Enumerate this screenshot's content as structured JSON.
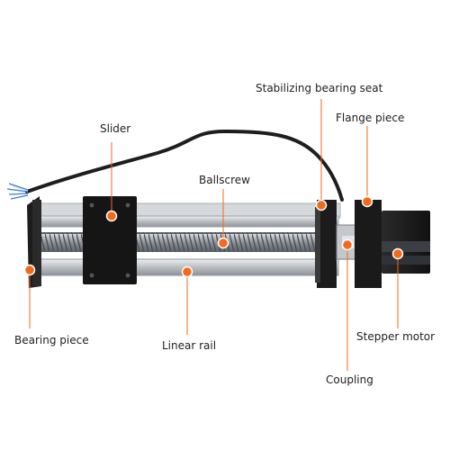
{
  "colors": {
    "marker": "#f26a1b",
    "leader": "#f26a1b",
    "frame": "#1c1c1c",
    "rail": "#c9ccd0",
    "screw": "#8a8f95"
  },
  "labels": {
    "stabilizing_bearing_seat": "Stabilizing bearing seat",
    "flange_piece": "Flange piece",
    "slider": "Slider",
    "ballscrew": "Ballscrew",
    "bearing_piece": "Bearing piece",
    "linear_rail": "Linear rail",
    "stepper_motor": "Stepper motor",
    "coupling": "Coupling"
  }
}
